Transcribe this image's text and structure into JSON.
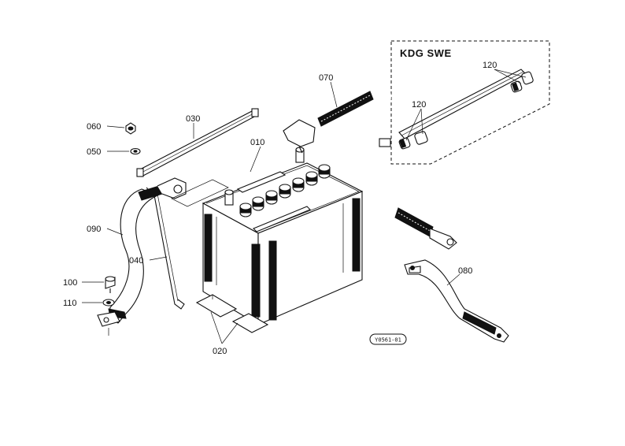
{
  "diagram": {
    "variant_label": "KDG SWE",
    "reference_code": "Y0561-01",
    "parts": [
      {
        "id": "010"
      },
      {
        "id": "020"
      },
      {
        "id": "030"
      },
      {
        "id": "040"
      },
      {
        "id": "050"
      },
      {
        "id": "060"
      },
      {
        "id": "070"
      },
      {
        "id": "080"
      },
      {
        "id": "090"
      },
      {
        "id": "100"
      },
      {
        "id": "110"
      },
      {
        "id": "120"
      },
      {
        "id": "120"
      }
    ]
  }
}
